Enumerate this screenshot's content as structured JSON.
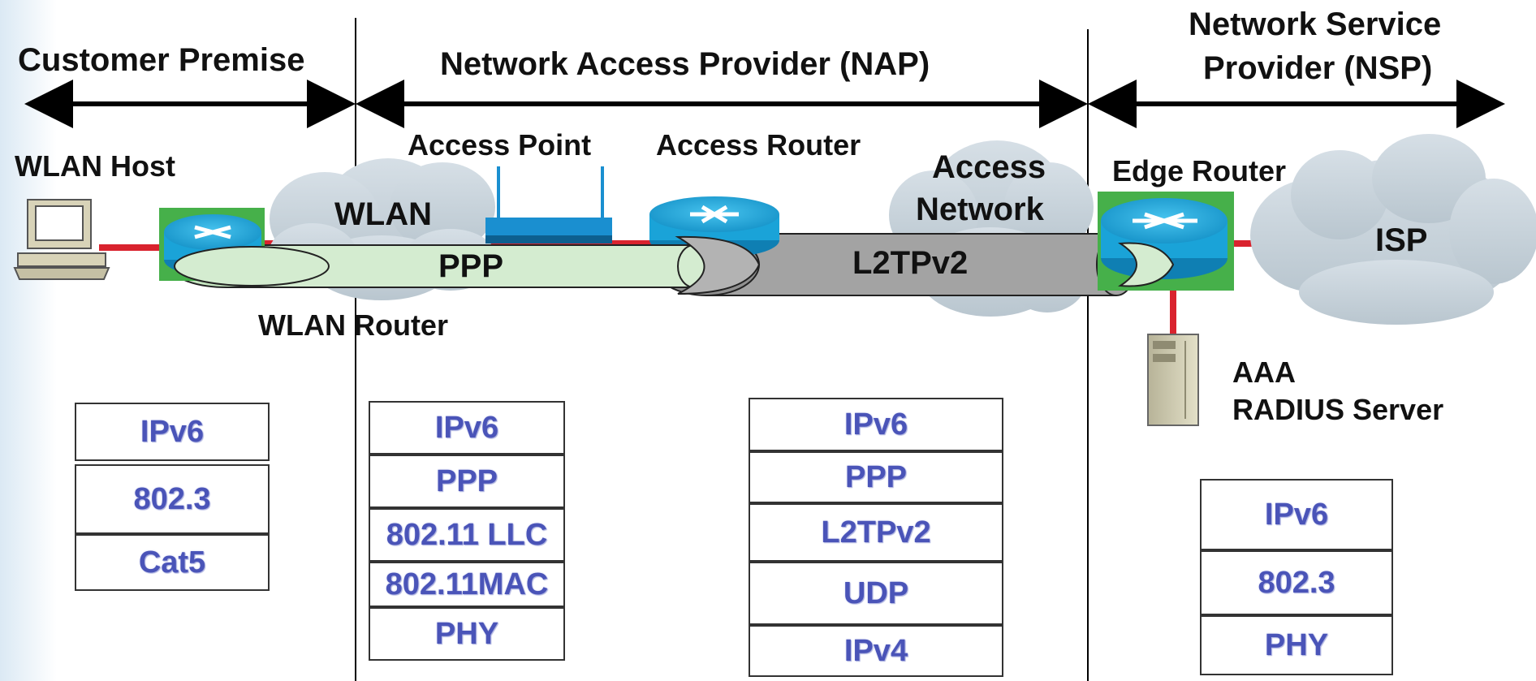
{
  "headers": {
    "customer": "Customer Premise",
    "nap": "Network Access Provider (NAP)",
    "nsp_line1": "Network Service",
    "nsp_line2": "Provider (NSP)"
  },
  "devices": {
    "wlan_host": "WLAN Host",
    "access_point": "Access Point",
    "access_router": "Access Router",
    "edge_router": "Edge Router",
    "wlan_router": "WLAN Router",
    "aaa_line1": "AAA",
    "aaa_line2": "RADIUS Server"
  },
  "clouds": {
    "wlan": "WLAN",
    "access_line1": "Access",
    "access_line2": "Network",
    "isp": "ISP"
  },
  "tunnels": {
    "ppp": "PPP",
    "l2tp": "L2TPv2"
  },
  "stacks": {
    "host": [
      "IPv6",
      "802.3",
      "Cat5"
    ],
    "wlan_router": [
      "IPv6",
      "PPP",
      "802.11 LLC",
      "802.11MAC",
      "PHY"
    ],
    "access_router": [
      "IPv6",
      "PPP",
      "L2TPv2",
      "UDP",
      "IPv4"
    ],
    "edge_router": [
      "IPv6",
      "802.3",
      "PHY"
    ]
  },
  "colors": {
    "link": "#d9232e",
    "cloud": "#c9d4dc",
    "ppp_tube": "#d4ecd0",
    "l2tp_tube": "#a3a3a3",
    "router_body": "#1aa3d8",
    "router_frame": "#46b04a",
    "stack_text": "#4a54b8"
  }
}
